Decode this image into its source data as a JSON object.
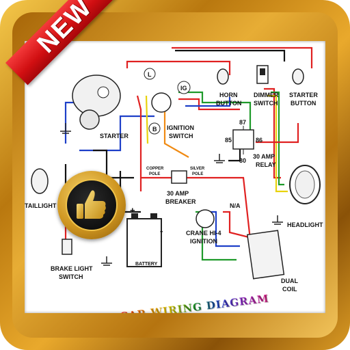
{
  "badge_text": "NEW",
  "app_title": "CAR WIRING DIAGRAM",
  "labels": {
    "starter": "STARTER",
    "ignition_switch_1": "IGNITION",
    "ignition_switch_2": "SWITCH",
    "horn_1": "HORN",
    "horn_2": "BUTTON",
    "dimmer_1": "DIMMER",
    "dimmer_2": "SWITCH",
    "starter_btn_1": "STARTER",
    "starter_btn_2": "BUTTON",
    "relay_87": "87",
    "relay_85": "85",
    "relay_86": "86",
    "relay_30": "30",
    "relay_1": "30 AMP",
    "relay_2": "RELAY",
    "copper_1": "COPPER",
    "copper_2": "POLE",
    "silver_1": "SILVER",
    "silver_2": "POLE",
    "breaker_1": "30 AMP",
    "breaker_2": "BREAKER",
    "taillight": "TAILLIGHT",
    "headlight": "HEADLIGHT",
    "na": "N/A",
    "crane_1": "CRANE HI-4",
    "crane_2": "IGNITION",
    "brake_1": "BRAKE LIGHT",
    "brake_2": "SWITCH",
    "battery": "BATTERY",
    "dual_1": "DUAL",
    "dual_2": "COIL",
    "term_l": "L",
    "term_ig": "IG",
    "term_b": "B",
    "plus": "+",
    "minus": "-"
  },
  "colors": {
    "ribbon": "#d10f12",
    "gold": "#e1a52b",
    "wire_red": "#e02020",
    "wire_blue": "#1d3fc8",
    "wire_green": "#1e9a2a",
    "wire_orange": "#f08a12",
    "wire_yellow": "#e8d20c",
    "wire_black": "#111111"
  },
  "icons": [
    "thumbs-up-icon"
  ]
}
